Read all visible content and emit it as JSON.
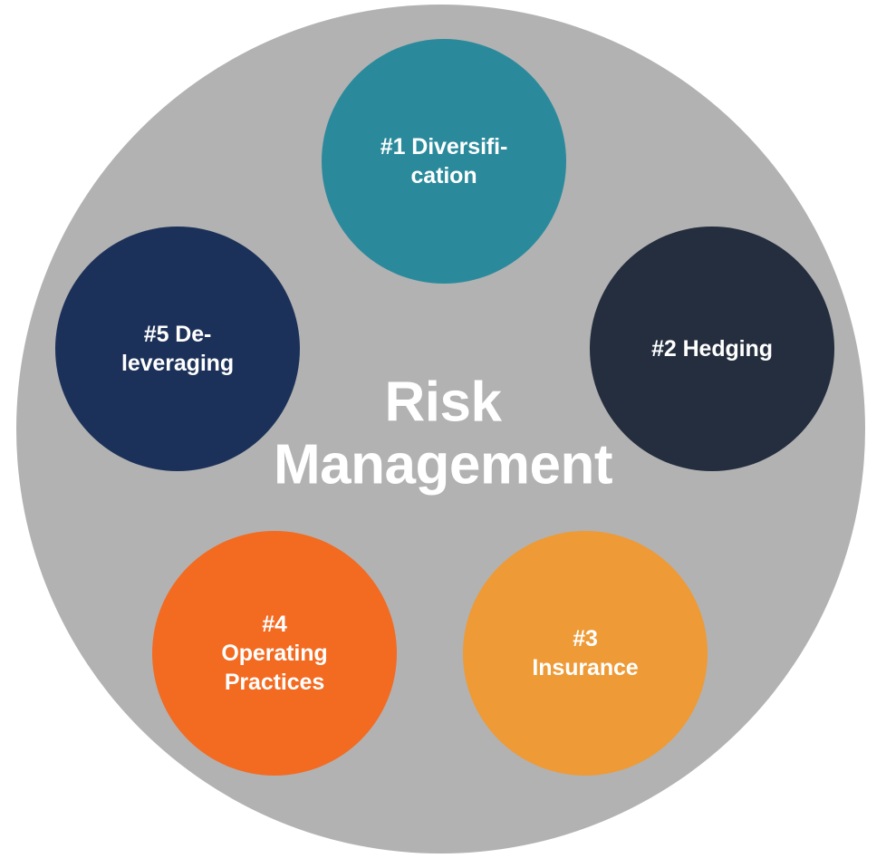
{
  "diagram": {
    "title": "Risk Management",
    "center_label": "Risk\nManagement",
    "center_text_color": "#ffffff",
    "hub_color": "#b2b2b2",
    "background_color": "#ffffff",
    "type": "circular-hub-and-spoke",
    "node_count": 5,
    "nodes": [
      {
        "id": "node-1",
        "number": "#1",
        "label": "#1 Diversifi-\ncation",
        "plain_label": "#1 Diversification",
        "color": "#2a8a9c",
        "text_color": "#ffffff"
      },
      {
        "id": "node-2",
        "number": "#2",
        "label": "#2 Hedging",
        "plain_label": "#2 Hedging",
        "color": "#242e3e",
        "text_color": "#ffffff"
      },
      {
        "id": "node-3",
        "number": "#3",
        "label": "#3\nInsurance",
        "plain_label": "#3 Insurance",
        "color": "#ee9a36",
        "text_color": "#ffffff"
      },
      {
        "id": "node-4",
        "number": "#4",
        "label": "#4\nOperating\nPractices",
        "plain_label": "#4 Operating Practices",
        "color": "#f36a21",
        "text_color": "#ffffff"
      },
      {
        "id": "node-5",
        "number": "#5",
        "label": "#5 De-\nleveraging",
        "plain_label": "#5 De-leveraging",
        "color": "#1c3159",
        "text_color": "#ffffff"
      }
    ]
  }
}
